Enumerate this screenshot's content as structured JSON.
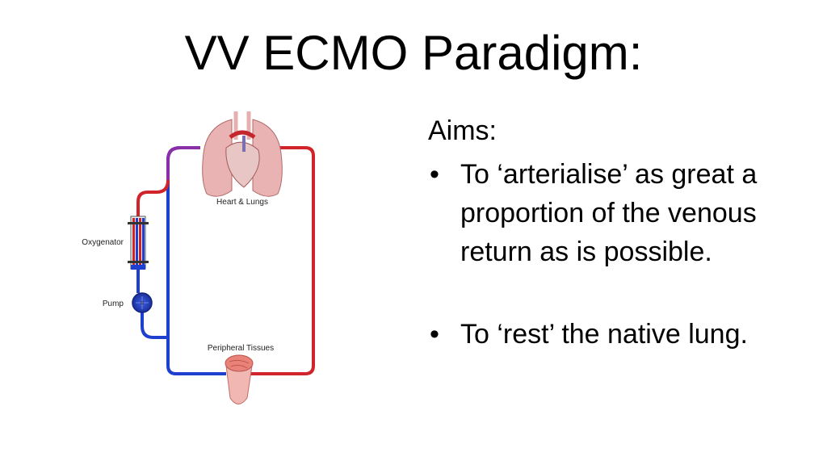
{
  "slide": {
    "title": "VV ECMO Paradigm:"
  },
  "diagram": {
    "labels": {
      "heart_lungs": "Heart & Lungs",
      "oxygenator": "Oxygenator",
      "pump": "Pump",
      "peripheral_tissues": "Peripheral Tissues"
    },
    "colors": {
      "oxygenated": "#d1232a",
      "deoxygenated": "#1f3fcf",
      "mixed": "#8a2fa8",
      "organ": "#e8a3a3"
    }
  },
  "content": {
    "heading": "Aims:",
    "bullets": [
      "To ‘arterialise’ as great a proportion of the venous return as is possible.",
      "To ‘rest’ the native lung."
    ]
  }
}
